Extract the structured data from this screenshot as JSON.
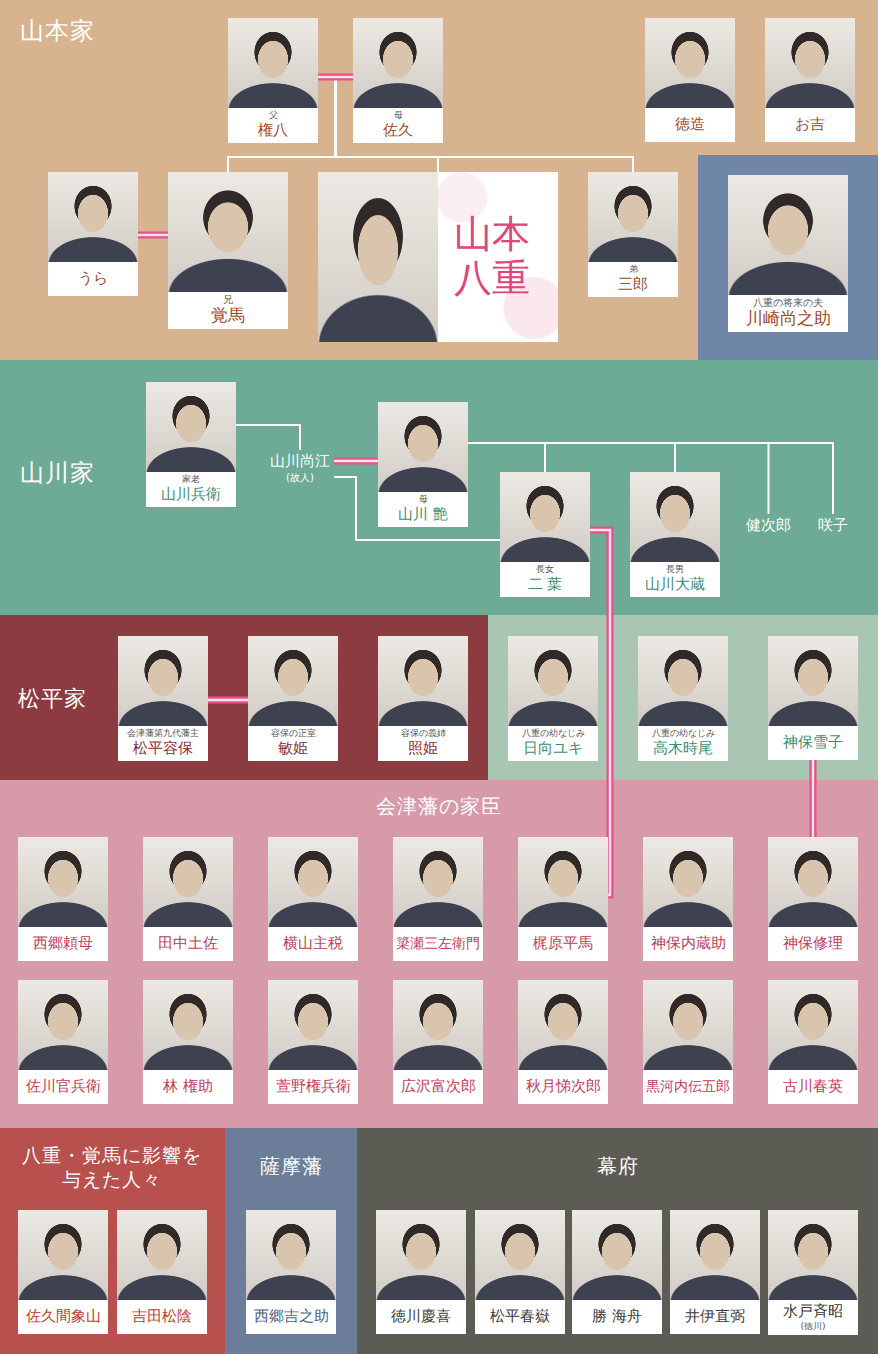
{
  "diagram": {
    "nodes": [
      {
        "text": [
          "山本家"
        ]
      },
      {
        "text": [
          "父",
          "権八"
        ],
        "in": 0
      },
      {
        "text": [
          "母",
          "佐久"
        ],
        "in": 0
      },
      {
        "text": [
          "徳造"
        ],
        "in": 0
      },
      {
        "text": [
          "お吉"
        ],
        "in": 0
      },
      {
        "text": [
          "うら"
        ],
        "in": 0
      },
      {
        "text": [
          "兄",
          "覚馬"
        ],
        "in": 0
      },
      {
        "text": [
          "山本 八重"
        ],
        "in": 0
      },
      {
        "text": [
          "弟",
          "三郎"
        ],
        "in": 0
      },
      {
        "text": [
          "八重の将来の夫",
          "川崎尚之助"
        ],
        "in": 0
      },
      {
        "text": [
          "山川家"
        ]
      },
      {
        "text": [
          "家老",
          "山川兵衛"
        ],
        "in": 10
      },
      {
        "text": [
          "山川尚江",
          "(故人)"
        ],
        "in": 10
      },
      {
        "text": [
          "母",
          "山川 艶"
        ],
        "in": 10
      },
      {
        "text": [
          "長女",
          "二 葉"
        ],
        "in": 10
      },
      {
        "text": [
          "長男",
          "山川大蔵"
        ],
        "in": 10
      },
      {
        "text": [
          "健次郎"
        ],
        "in": 10
      },
      {
        "text": [
          "咲子"
        ],
        "in": 10
      },
      {
        "text": [
          "松平家"
        ]
      },
      {
        "text": [
          "会津藩第九代藩主",
          "松平容保"
        ],
        "in": 18
      },
      {
        "text": [
          "容保の正室",
          "敏姫"
        ],
        "in": 18
      },
      {
        "text": [
          "容保の義姉",
          "照姫"
        ],
        "in": 18
      },
      {
        "text": [
          "八重の幼なじみ",
          "日向ユキ"
        ]
      },
      {
        "text": [
          "八重の幼なじみ",
          "高木時尾"
        ]
      },
      {
        "text": [
          "神保雪子"
        ]
      },
      {
        "text": [
          "会津藩の家臣"
        ]
      },
      {
        "text": [
          "西郷頼母"
        ],
        "in": 25
      },
      {
        "text": [
          "田中土佐"
        ],
        "in": 25
      },
      {
        "text": [
          "横山主税"
        ],
        "in": 25
      },
      {
        "text": [
          "簗瀬三左衛門"
        ],
        "in": 25
      },
      {
        "text": [
          "梶原平馬"
        ],
        "in": 25
      },
      {
        "text": [
          "神保内蔵助"
        ],
        "in": 25
      },
      {
        "text": [
          "神保修理"
        ],
        "in": 25
      },
      {
        "text": [
          "佐川官兵衛"
        ],
        "in": 25
      },
      {
        "text": [
          "林 権助"
        ],
        "in": 25
      },
      {
        "text": [
          "萱野権兵衛"
        ],
        "in": 25
      },
      {
        "text": [
          "広沢富次郎"
        ],
        "in": 25
      },
      {
        "text": [
          "秋月悌次郎"
        ],
        "in": 25
      },
      {
        "text": [
          "黒河内伝五郎"
        ],
        "in": 25
      },
      {
        "text": [
          "古川春英"
        ],
        "in": 25
      },
      {
        "text": [
          "八重・覚馬に影響を 与えた人々"
        ]
      },
      {
        "text": [
          "佐久間象山"
        ],
        "in": 40
      },
      {
        "text": [
          "吉田松陰"
        ],
        "in": 40
      },
      {
        "text": [
          "薩摩藩"
        ]
      },
      {
        "text": [
          "西郷吉之助"
        ],
        "in": 43
      },
      {
        "text": [
          "幕府"
        ]
      },
      {
        "text": [
          "徳川慶喜"
        ],
        "in": 45
      },
      {
        "text": [
          "松平春嶽"
        ],
        "in": 45
      },
      {
        "text": [
          "勝 海舟"
        ],
        "in": 45
      },
      {
        "text": [
          "井伊直弼"
        ],
        "in": 45
      },
      {
        "text": [
          "水戸斉昭",
          "(徳川)"
        ],
        "in": 45
      }
    ],
    "edges": [
      {
        "from": 1,
        "to": 2,
        "arrow": "none"
      },
      {
        "from": 1,
        "to": 6,
        "arrow": "none"
      },
      {
        "from": 2,
        "to": 6,
        "arrow": "none"
      },
      {
        "from": 1,
        "to": 7,
        "arrow": "none"
      },
      {
        "from": 2,
        "to": 7,
        "arrow": "none"
      },
      {
        "from": 1,
        "to": 8,
        "arrow": "none"
      },
      {
        "from": 2,
        "to": 8,
        "arrow": "none"
      },
      {
        "from": 5,
        "to": 6,
        "arrow": "none"
      },
      {
        "from": 11,
        "to": 12,
        "arrow": "none"
      },
      {
        "from": 12,
        "to": 13,
        "arrow": "none"
      },
      {
        "from": 12,
        "to": 14,
        "arrow": "none"
      },
      {
        "from": 13,
        "to": 14,
        "arrow": "none"
      },
      {
        "from": 13,
        "to": 15,
        "arrow": "none"
      },
      {
        "from": 13,
        "to": 16,
        "arrow": "none"
      },
      {
        "from": 13,
        "to": 17,
        "arrow": "none"
      },
      {
        "from": 14,
        "to": 30,
        "arrow": "none"
      },
      {
        "from": 19,
        "to": 20,
        "arrow": "none"
      },
      {
        "from": 24,
        "to": 32,
        "arrow": "none"
      }
    ]
  }
}
